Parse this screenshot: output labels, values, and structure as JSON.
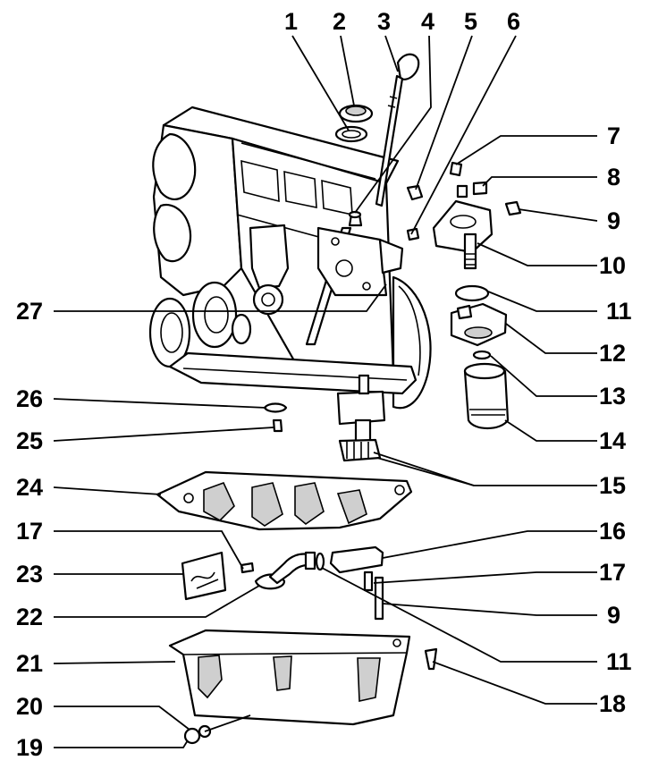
{
  "diagram": {
    "parts": [
      {
        "id": "p1",
        "number": "1"
      },
      {
        "id": "p2",
        "number": "2"
      },
      {
        "id": "p3",
        "number": "3"
      },
      {
        "id": "p4",
        "number": "4"
      },
      {
        "id": "p5",
        "number": "5"
      },
      {
        "id": "p6",
        "number": "6"
      },
      {
        "id": "p7",
        "number": "7"
      },
      {
        "id": "p8",
        "number": "8"
      },
      {
        "id": "p9a",
        "number": "9"
      },
      {
        "id": "p10",
        "number": "10"
      },
      {
        "id": "p11a",
        "number": "11"
      },
      {
        "id": "p12",
        "number": "12"
      },
      {
        "id": "p13",
        "number": "13"
      },
      {
        "id": "p14",
        "number": "14"
      },
      {
        "id": "p15",
        "number": "15"
      },
      {
        "id": "p16",
        "number": "16"
      },
      {
        "id": "p17a",
        "number": "17"
      },
      {
        "id": "p9b",
        "number": "9"
      },
      {
        "id": "p11b",
        "number": "11"
      },
      {
        "id": "p18",
        "number": "18"
      },
      {
        "id": "p27",
        "number": "27"
      },
      {
        "id": "p26",
        "number": "26"
      },
      {
        "id": "p25",
        "number": "25"
      },
      {
        "id": "p24",
        "number": "24"
      },
      {
        "id": "p17b",
        "number": "17"
      },
      {
        "id": "p23",
        "number": "23"
      },
      {
        "id": "p22",
        "number": "22"
      },
      {
        "id": "p21",
        "number": "21"
      },
      {
        "id": "p20",
        "number": "20"
      },
      {
        "id": "p19",
        "number": "19"
      }
    ]
  }
}
